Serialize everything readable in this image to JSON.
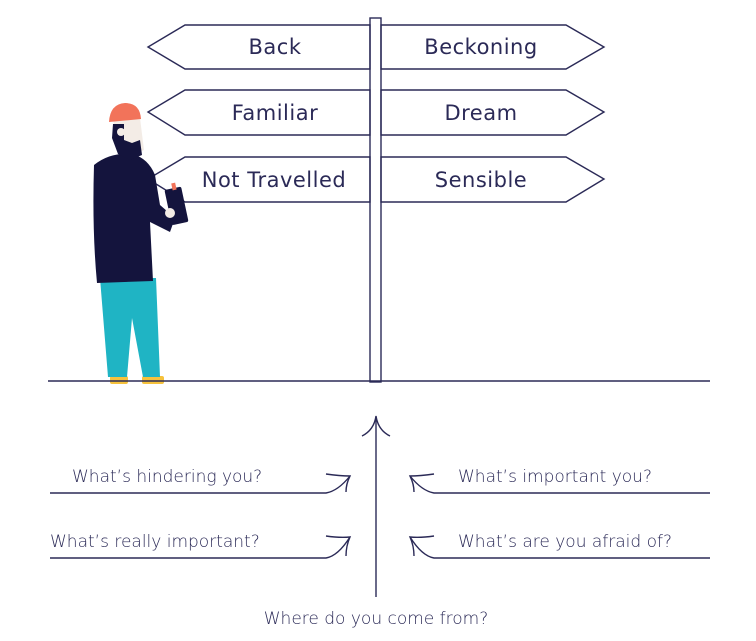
{
  "signs": {
    "left": [
      "Back",
      "Familiar",
      "Not Travelled"
    ],
    "right": [
      "Beckoning",
      "Dream",
      "Sensible"
    ]
  },
  "questions": {
    "left_top": "What’s hindering you?",
    "left_bottom": "What’s really important?",
    "right_top": "What’s important you?",
    "right_bottom": "What’s are you afraid of?",
    "origin": "Where do you come from?"
  },
  "colors": {
    "ink": "#2b2a57",
    "jacket": "#14143d",
    "pants": "#1fb4c4",
    "hat": "#f2735a",
    "skin": "#f3ece6",
    "shoes": "#f6c23c"
  }
}
